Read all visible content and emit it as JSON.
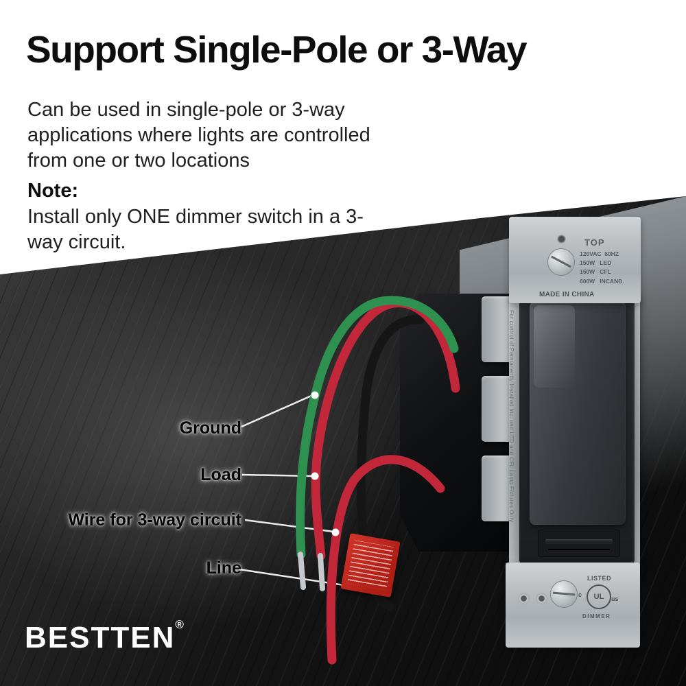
{
  "header": {
    "title": "Support Single-Pole or 3-Way",
    "description": "Can be used in single-pole or 3-way applications where lights are controlled from one or two locations",
    "note_label": "Note:",
    "note_text": "Install only ONE dimmer switch in a 3-way circuit."
  },
  "callouts": [
    {
      "label": "Ground"
    },
    {
      "label": "Load"
    },
    {
      "label": "Wire for 3-way circuit"
    },
    {
      "label": "Line"
    }
  ],
  "device": {
    "top_marking": "TOP",
    "ratings": [
      "120VAC  60HZ",
      "150W   LED",
      "150W   CFL",
      "600W   INCAND."
    ],
    "made_in": "MADE IN CHINA",
    "side_note": "For control of Permanently Installed Inc. and LED and CFL Lamp Fixtures Only",
    "listed": "LISTED",
    "cert_c": "c",
    "cert_ul": "UL",
    "cert_us": "us",
    "dimmer_label": "DIMMER"
  },
  "brand": {
    "name": "BESTTEN",
    "registered_mark": "®"
  },
  "colors": {
    "wire_green": "#2e9150",
    "wire_red": "#c2273a",
    "wire_black": "#161616",
    "wire_tip_silver": "#c6c9cb",
    "leader_line": "#ececec",
    "leader_dot": "#fafafa",
    "tag_red": "#bf241b",
    "metal_gray": "#b8bcbf",
    "paddle_gray": "#3a3e42"
  }
}
